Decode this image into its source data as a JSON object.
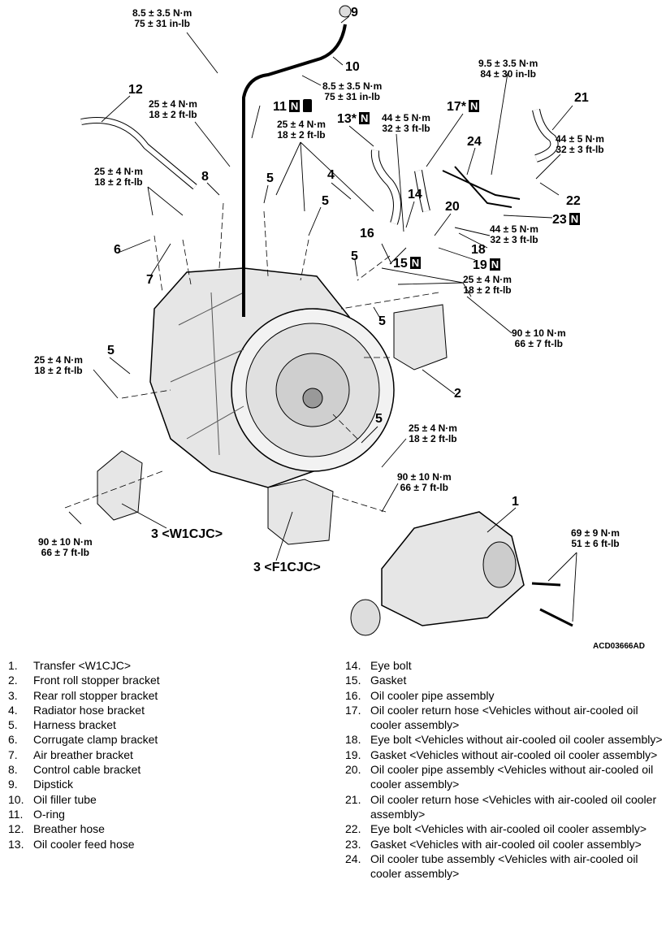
{
  "diagram": {
    "callouts": [
      {
        "id": "c9",
        "text": "9"
      },
      {
        "id": "c10",
        "text": "10"
      },
      {
        "id": "c12",
        "text": "12"
      },
      {
        "id": "c11",
        "text": "11"
      },
      {
        "id": "c13",
        "text": "13*"
      },
      {
        "id": "c17",
        "text": "17*"
      },
      {
        "id": "c21",
        "text": "21"
      },
      {
        "id": "c24",
        "text": "24"
      },
      {
        "id": "c8",
        "text": "8"
      },
      {
        "id": "c5a",
        "text": "5"
      },
      {
        "id": "c4",
        "text": "4"
      },
      {
        "id": "c5b",
        "text": "5"
      },
      {
        "id": "c14",
        "text": "14"
      },
      {
        "id": "c20",
        "text": "20"
      },
      {
        "id": "c22",
        "text": "22"
      },
      {
        "id": "c23",
        "text": "23"
      },
      {
        "id": "c6",
        "text": "6"
      },
      {
        "id": "c16",
        "text": "16"
      },
      {
        "id": "c18",
        "text": "18"
      },
      {
        "id": "c7",
        "text": "7"
      },
      {
        "id": "c5c",
        "text": "5"
      },
      {
        "id": "c15",
        "text": "15"
      },
      {
        "id": "c19",
        "text": "19"
      },
      {
        "id": "c5d",
        "text": "5"
      },
      {
        "id": "c5e",
        "text": "5"
      },
      {
        "id": "c2",
        "text": "2"
      },
      {
        "id": "c5f",
        "text": "5"
      },
      {
        "id": "c1",
        "text": "1"
      },
      {
        "id": "c3a",
        "text": "3 <W1CJC>"
      },
      {
        "id": "c3b",
        "text": "3 <F1CJC>"
      }
    ],
    "new_part_mark": "N",
    "torques": [
      {
        "metric": "8.5 ± 3.5 N·m",
        "imperial": "75 ± 31 in-lb"
      },
      {
        "metric": "8.5 ± 3.5 N·m",
        "imperial": "75 ± 31 in-lb"
      },
      {
        "metric": "25 ± 4 N·m",
        "imperial": "18 ± 2 ft-lb"
      },
      {
        "metric": "25 ± 4 N·m",
        "imperial": "18 ± 2 ft-lb"
      },
      {
        "metric": "44 ± 5 N·m",
        "imperial": "32 ± 3 ft-lb"
      },
      {
        "metric": "9.5 ± 3.5 N·m",
        "imperial": "84 ± 30 in-lb"
      },
      {
        "metric": "44 ± 5 N·m",
        "imperial": "32 ± 3 ft-lb"
      },
      {
        "metric": "25 ± 4 N·m",
        "imperial": "18 ± 2 ft-lb"
      },
      {
        "metric": "44 ± 5 N·m",
        "imperial": "32 ± 3 ft-lb"
      },
      {
        "metric": "25 ± 4 N·m",
        "imperial": "18 ± 2 ft-lb"
      },
      {
        "metric": "90 ± 10 N·m",
        "imperial": "66 ± 7 ft-lb"
      },
      {
        "metric": "25 ± 4 N·m",
        "imperial": "18 ± 2 ft-lb"
      },
      {
        "metric": "25 ± 4 N·m",
        "imperial": "18 ± 2 ft-lb"
      },
      {
        "metric": "90 ± 10 N·m",
        "imperial": "66 ± 7 ft-lb"
      },
      {
        "metric": "69 ± 9 N·m",
        "imperial": "51 ± 6 ft-lb"
      },
      {
        "metric": "90 ± 10 N·m",
        "imperial": "66 ± 7 ft-lb"
      }
    ],
    "figure_code": "ACD03666AD"
  },
  "legend": {
    "left": [
      {
        "num": "1.",
        "text": "Transfer <W1CJC>"
      },
      {
        "num": "2.",
        "text": "Front roll stopper bracket"
      },
      {
        "num": "3.",
        "text": "Rear roll stopper bracket"
      },
      {
        "num": "4.",
        "text": "Radiator hose bracket"
      },
      {
        "num": "5.",
        "text": "Harness bracket"
      },
      {
        "num": "6.",
        "text": "Corrugate clamp bracket"
      },
      {
        "num": "7.",
        "text": "Air breather bracket"
      },
      {
        "num": "8.",
        "text": "Control cable bracket"
      },
      {
        "num": "9.",
        "text": "Dipstick"
      },
      {
        "num": "10.",
        "text": "Oil filler tube"
      },
      {
        "num": "11.",
        "text": "O-ring"
      },
      {
        "num": "12.",
        "text": "Breather hose"
      },
      {
        "num": "13.",
        "text": "Oil cooler feed hose"
      }
    ],
    "right": [
      {
        "num": "14.",
        "text": "Eye bolt"
      },
      {
        "num": "15.",
        "text": "Gasket"
      },
      {
        "num": "16.",
        "text": "Oil cooler pipe assembly"
      },
      {
        "num": "17.",
        "text": "Oil cooler return hose <Vehicles without air-cooled oil cooler assembly>"
      },
      {
        "num": "18.",
        "text": "Eye bolt <Vehicles without air-cooled oil cooler assembly>"
      },
      {
        "num": "19.",
        "text": "Gasket <Vehicles without air-cooled oil cooler assembly>"
      },
      {
        "num": "20.",
        "text": "Oil cooler pipe assembly <Vehicles without air-cooled oil cooler assembly>"
      },
      {
        "num": "21.",
        "text": "Oil cooler return hose <Vehicles with air-cooled oil cooler assembly>"
      },
      {
        "num": "22.",
        "text": "Eye bolt <Vehicles with air-cooled oil cooler assembly>"
      },
      {
        "num": "23.",
        "text": "Gasket <Vehicles with air-cooled oil cooler assembly>"
      },
      {
        "num": "24.",
        "text": "Oil cooler tube assembly <Vehicles with air-cooled oil cooler assembly>"
      }
    ]
  }
}
